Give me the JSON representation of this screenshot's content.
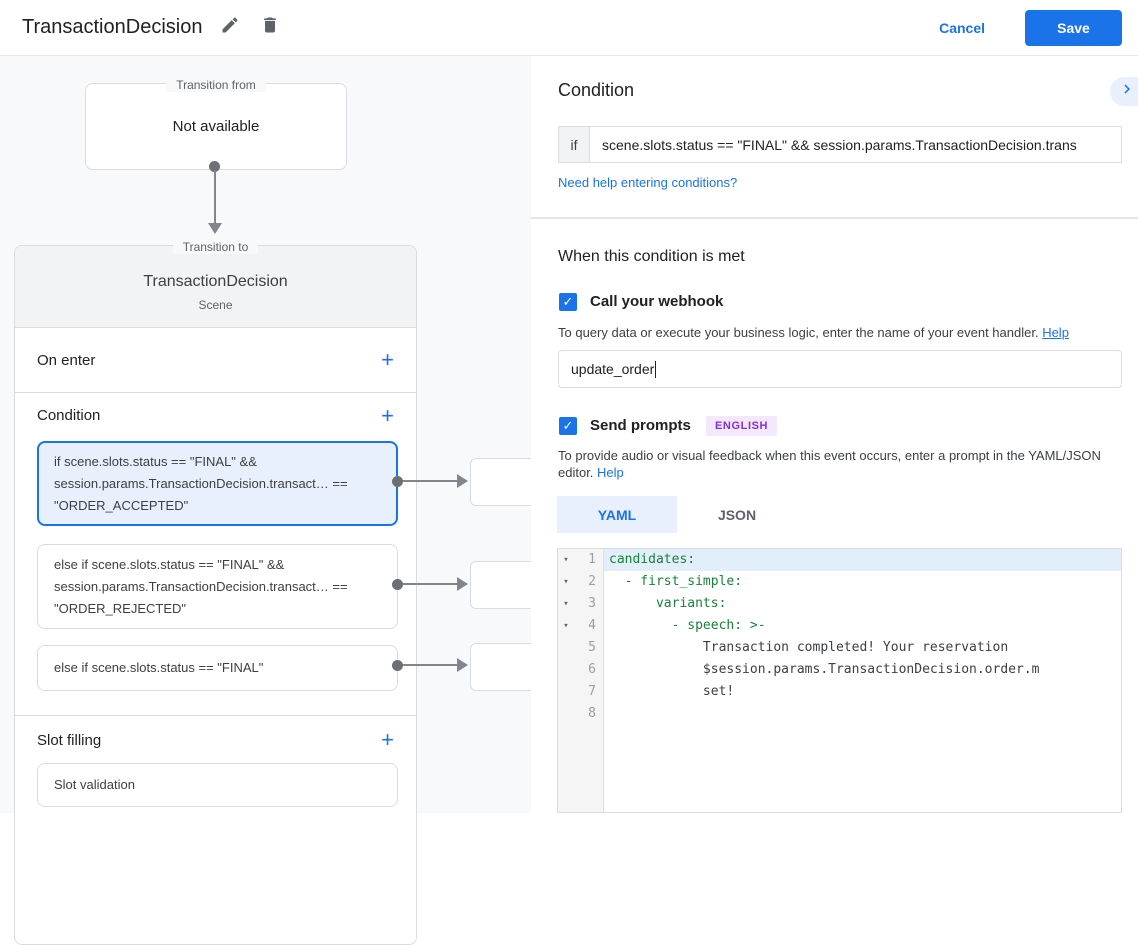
{
  "header": {
    "title": "TransactionDecision",
    "cancel_label": "Cancel",
    "save_label": "Save"
  },
  "canvas": {
    "transition_from": {
      "legend": "Transition from",
      "content": "Not available"
    },
    "transition_to": {
      "legend": "Transition to",
      "title": "TransactionDecision",
      "subtitle": "Scene",
      "on_enter_label": "On enter",
      "condition_label": "Condition",
      "slot_filling_label": "Slot filling",
      "conditions": [
        {
          "text": "if scene.slots.status == \"FINAL\" && session.params.TransactionDecision.transact… == \"ORDER_ACCEPTED\"",
          "selected": true
        },
        {
          "text": "else if scene.slots.status == \"FINAL\" && session.params.TransactionDecision.transact… == \"ORDER_REJECTED\"",
          "selected": false
        },
        {
          "text": "else if scene.slots.status == \"FINAL\"",
          "selected": false
        }
      ],
      "slot_items": [
        {
          "label": "Slot validation"
        }
      ]
    }
  },
  "panel": {
    "title": "Condition",
    "if_label": "if",
    "if_value": "scene.slots.status == \"FINAL\" && session.params.TransactionDecision.trans",
    "help_link": "Need help entering conditions?",
    "section_title": "When this condition is met",
    "webhook": {
      "label": "Call your webhook",
      "checked": true,
      "description": "To query data or execute your business logic, enter the name of your event handler. ",
      "help_label": "Help",
      "value": "update_order"
    },
    "prompts": {
      "label": "Send prompts",
      "checked": true,
      "badge": "ENGLISH",
      "description": "To provide audio or visual feedback when this event occurs, enter a prompt in the YAML/JSON editor. ",
      "help_label": "Help"
    },
    "tabs": [
      {
        "label": "YAML",
        "active": true
      },
      {
        "label": "JSON",
        "active": false
      }
    ],
    "editor": {
      "lines": [
        {
          "n": "1",
          "text": "candidates:"
        },
        {
          "n": "2",
          "text": "  - first_simple:"
        },
        {
          "n": "3",
          "text": "      variants:"
        },
        {
          "n": "4",
          "text": "        - speech: >-"
        },
        {
          "n": "5",
          "text": "            Transaction completed! Your reservation"
        },
        {
          "n": "6",
          "text": "            $session.params.TransactionDecision.order.m"
        },
        {
          "n": "7",
          "text": "            set!"
        },
        {
          "n": "8",
          "text": ""
        }
      ]
    }
  },
  "icons": {
    "edit": "pencil-icon",
    "delete": "trash-icon",
    "expand": "chevron-right-icon",
    "check": "✓",
    "plus": "+",
    "fold": "▾"
  },
  "colors": {
    "accent_blue": "#1a73e8",
    "selected_fill": "#e8f0fe",
    "badge_purple_text": "#8430ce",
    "badge_purple_bg": "#f3e8fd",
    "code_key_green": "#188038",
    "canvas_bg": "#f8f9fa"
  }
}
